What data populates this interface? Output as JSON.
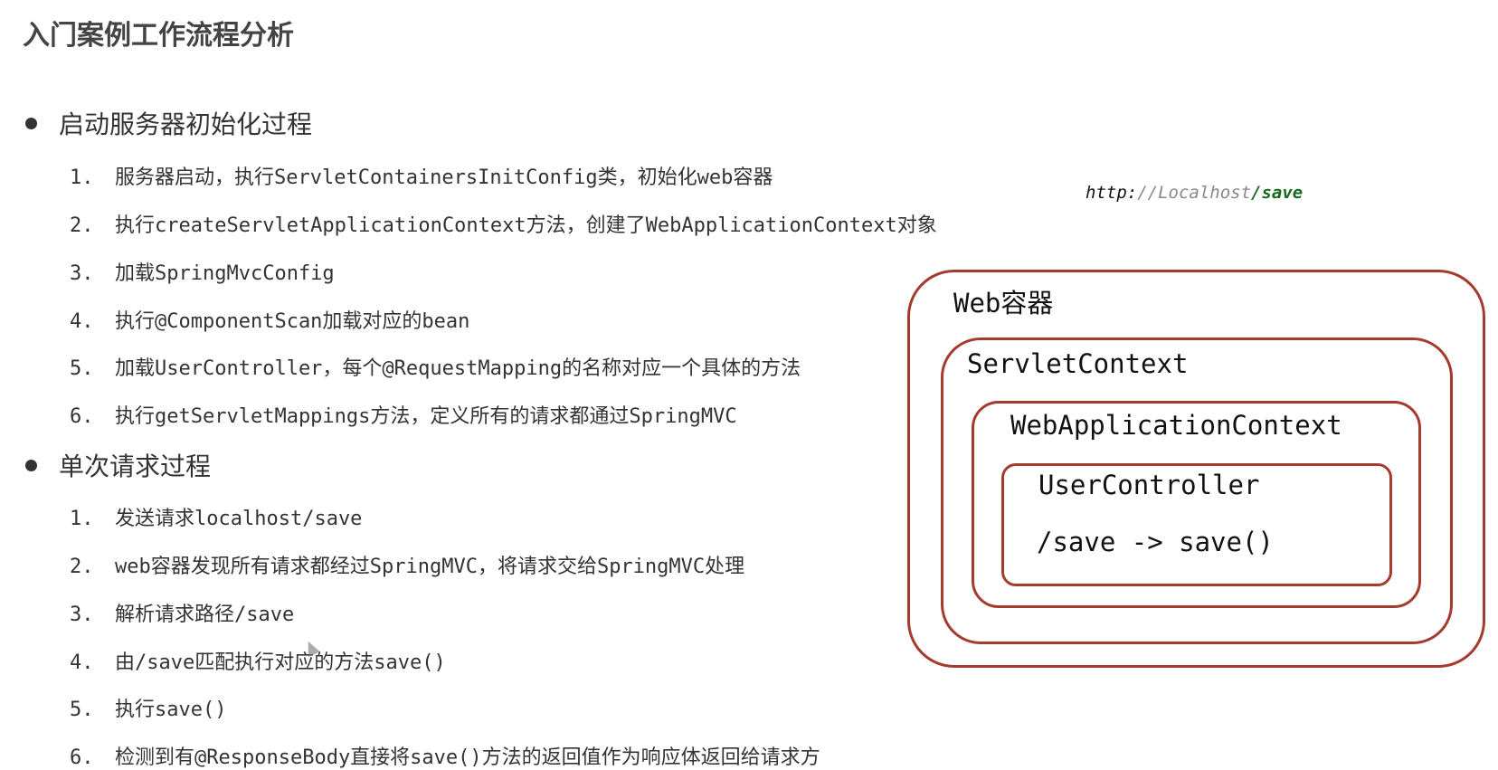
{
  "title": "入门案例工作流程分析",
  "sections": [
    {
      "heading": "启动服务器初始化过程",
      "items": [
        {
          "num": "1.",
          "text": "服务器启动，执行ServletContainersInitConfig类，初始化web容器"
        },
        {
          "num": "2.",
          "text": "执行createServletApplicationContext方法，创建了WebApplicationContext对象"
        },
        {
          "num": "3.",
          "text": "加载SpringMvcConfig"
        },
        {
          "num": "4.",
          "text": "执行@ComponentScan加载对应的bean"
        },
        {
          "num": "5.",
          "text": "加载UserController，每个@RequestMapping的名称对应一个具体的方法"
        },
        {
          "num": "6.",
          "text": "执行getServletMappings方法，定义所有的请求都通过SpringMVC"
        }
      ]
    },
    {
      "heading": "单次请求过程",
      "items": [
        {
          "num": "1.",
          "text": "发送请求localhost/save"
        },
        {
          "num": "2.",
          "text": "web容器发现所有请求都经过SpringMVC，将请求交给SpringMVC处理"
        },
        {
          "num": "3.",
          "text": "解析请求路径/save"
        },
        {
          "num": "4.",
          "text": "由/save匹配执行对应的方法save()"
        },
        {
          "num": "5.",
          "text": "执行save()"
        },
        {
          "num": "6.",
          "text": "检测到有@ResponseBody直接将save()方法的返回值作为响应体返回给请求方"
        }
      ]
    }
  ],
  "url": {
    "scheme": "http:",
    "host": "//Localhost",
    "path": "/save"
  },
  "diagram": {
    "web_container": "Web容器",
    "servlet_context": "ServletContext",
    "web_app_context": "WebApplicationContext",
    "user_controller": "UserController",
    "mapping": "/save -> save()"
  },
  "colors": {
    "border": "#a53b2e",
    "path": "#176b1f"
  }
}
